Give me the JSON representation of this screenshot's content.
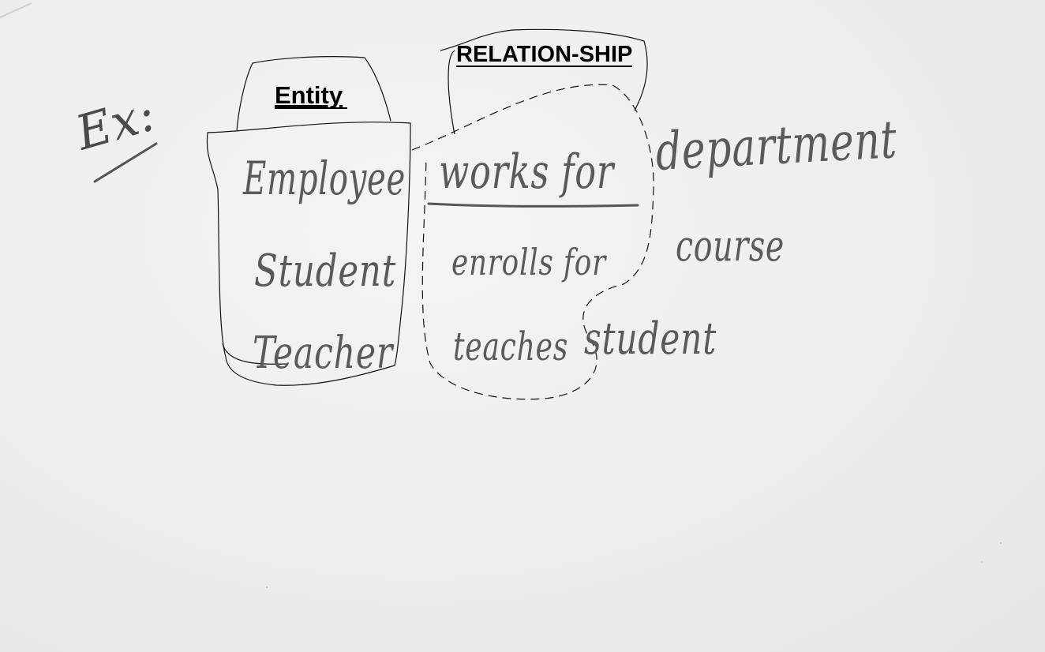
{
  "header_labels": {
    "entity": "Entity",
    "relationship": "RELATION-SHIP"
  },
  "example_marker": "Ex:",
  "rows": [
    {
      "entity": "Employee",
      "relationship": "works for",
      "target": "department"
    },
    {
      "entity": "Student",
      "relationship": "enrolls for",
      "target": "course"
    },
    {
      "entity": "Teacher",
      "relationship": "teaches",
      "target": "student"
    }
  ],
  "colors": {
    "board": "#eeeeee",
    "ink": "#5a5a5a",
    "outline": "#111111",
    "label": "#000000"
  }
}
